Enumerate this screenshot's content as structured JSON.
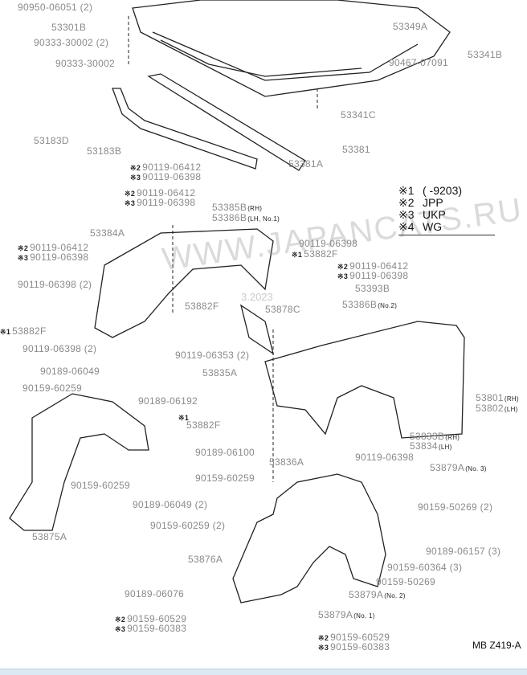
{
  "legend": [
    {
      "mark": "※1",
      "text": "(        -9203)"
    },
    {
      "mark": "※2",
      "text": "JPP"
    },
    {
      "mark": "※3",
      "text": "UKP"
    },
    {
      "mark": "※4",
      "text": "WG"
    }
  ],
  "labels": [
    {
      "text": "90950-06051 (2)"
    },
    {
      "text": "53301B"
    },
    {
      "text": "90333-30002 (2)"
    },
    {
      "text": "90333-30002"
    },
    {
      "text": "53349A"
    },
    {
      "text": "53341B"
    },
    {
      "text": "90467-07091"
    },
    {
      "text": "53341C"
    },
    {
      "text": "53183D"
    },
    {
      "text": "53183B"
    },
    {
      "text": "53381"
    },
    {
      "text": "53381A"
    },
    {
      "mark": "※2",
      "text": "90119-06412"
    },
    {
      "mark": "※3",
      "text": "90119-06398"
    },
    {
      "mark": "※2",
      "text": "90119-06412"
    },
    {
      "mark": "※3",
      "text": "90119-06398"
    },
    {
      "text": "53385B",
      "sub": "(RH)"
    },
    {
      "text": "53386B",
      "sub": "(LH, No.1)"
    },
    {
      "text": "53384A"
    },
    {
      "mark": "※2",
      "text": "90119-06412"
    },
    {
      "mark": "※3",
      "text": "90119-06398"
    },
    {
      "text": "90119-06398"
    },
    {
      "mark": "※1",
      "text": "53882F"
    },
    {
      "mark": "※2",
      "text": "90119-06412"
    },
    {
      "mark": "※3",
      "text": "90119-06398"
    },
    {
      "text": "53393B"
    },
    {
      "text": "90119-06398 (2)"
    },
    {
      "text": "53386B",
      "sub": "(No.2)"
    },
    {
      "text": "53882F"
    },
    {
      "text": "53878C"
    },
    {
      "mark": "※1",
      "text": "53882F"
    },
    {
      "text": "90119-06398 (2)"
    },
    {
      "text": "90119-06353 (2)"
    },
    {
      "text": "90189-06049"
    },
    {
      "text": "53835A"
    },
    {
      "text": "90159-60259"
    },
    {
      "text": "90189-06192"
    },
    {
      "text": "53801",
      "sub": "(RH)"
    },
    {
      "text": "53802",
      "sub": "(LH)"
    },
    {
      "mark": "※1",
      "text": ""
    },
    {
      "text": "53882F"
    },
    {
      "text": "53833B",
      "sub": "(RH)"
    },
    {
      "text": "53834",
      "sub": "(LH)"
    },
    {
      "text": "90189-06100"
    },
    {
      "text": "53836A"
    },
    {
      "text": "90119-06398"
    },
    {
      "text": "90159-60259"
    },
    {
      "text": "53879A",
      "sub": "(No. 3)"
    },
    {
      "text": "90159-60259"
    },
    {
      "text": "90189-06049 (2)"
    },
    {
      "text": "90159-50269 (2)"
    },
    {
      "text": "90159-60259 (2)"
    },
    {
      "text": "53875A"
    },
    {
      "text": "90189-06157 (3)"
    },
    {
      "text": "53876A"
    },
    {
      "text": "90159-60364 (3)"
    },
    {
      "text": "90159-50269"
    },
    {
      "text": "90189-06076"
    },
    {
      "text": "53879A",
      "sub": "(No. 2)"
    },
    {
      "mark": "※2",
      "text": "90159-60529"
    },
    {
      "mark": "※3",
      "text": "90159-60383"
    },
    {
      "text": "53879A",
      "sub": "(No. 1)"
    },
    {
      "mark": "※2",
      "text": "90159-60529"
    },
    {
      "mark": "※3",
      "text": "90159-60383"
    }
  ],
  "diagram_code": "MB Z419-A",
  "watermark": "WWW.JAPANCATS.RU",
  "watermark_date": "3.2023"
}
